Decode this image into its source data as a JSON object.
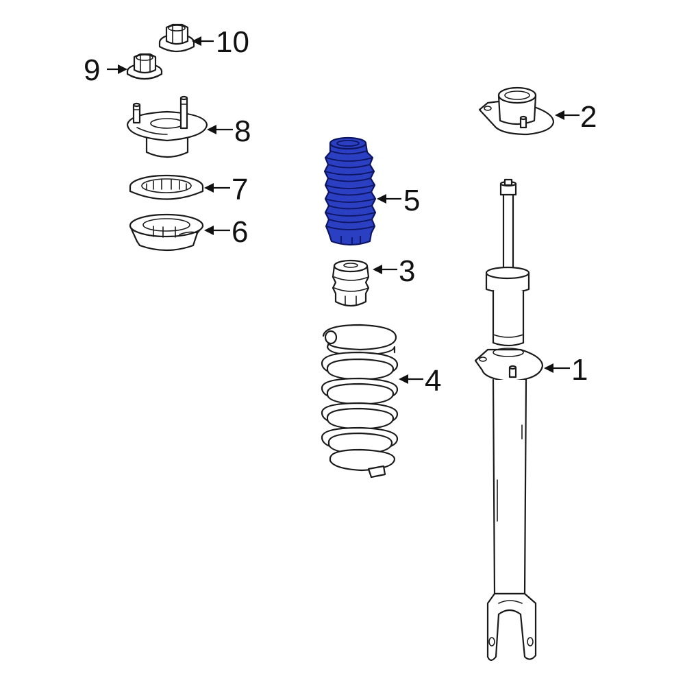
{
  "diagram": {
    "highlight_color": "#2b3fc2",
    "line_color": "#1a1a1a",
    "callouts": [
      {
        "id": "1",
        "label": "1"
      },
      {
        "id": "2",
        "label": "2"
      },
      {
        "id": "3",
        "label": "3"
      },
      {
        "id": "4",
        "label": "4"
      },
      {
        "id": "5",
        "label": "5",
        "highlighted": true
      },
      {
        "id": "6",
        "label": "6"
      },
      {
        "id": "7",
        "label": "7"
      },
      {
        "id": "8",
        "label": "8"
      },
      {
        "id": "9",
        "label": "9"
      },
      {
        "id": "10",
        "label": "10"
      }
    ]
  }
}
